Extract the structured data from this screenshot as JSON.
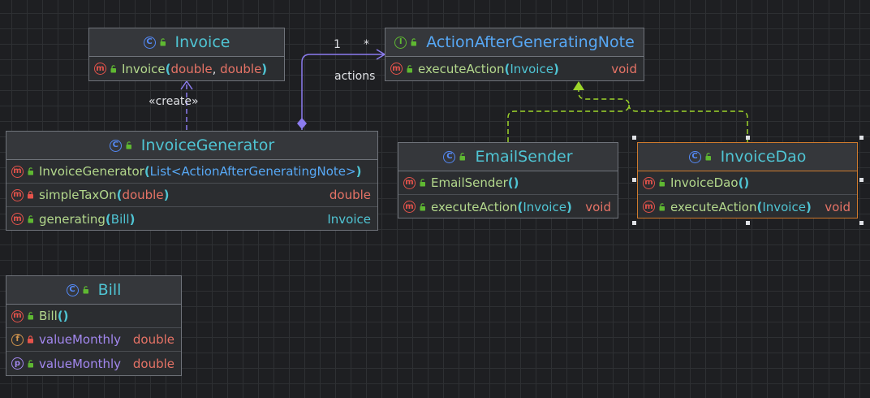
{
  "diagram": {
    "invoice": {
      "title": "Invoice",
      "ctor": {
        "name": "Invoice",
        "open": "(",
        "p1": "double",
        "sep": ", ",
        "p2": "double",
        "close": ")"
      }
    },
    "action": {
      "title": "ActionAfterGeneratingNote",
      "method": {
        "name": "executeAction",
        "open": "(",
        "param": "Invoice",
        "close": ")",
        "ret": "void"
      }
    },
    "generator": {
      "title": "InvoiceGenerator",
      "ctor": {
        "name": "InvoiceGenerator",
        "open": "(",
        "param_pre": "List<",
        "param": "ActionAfterGeneratingNote",
        "param_post": ">",
        "close": ")"
      },
      "tax": {
        "name": "simpleTaxOn",
        "open": "(",
        "param": "double",
        "close": ")",
        "ret": "double"
      },
      "gen": {
        "name": "generating",
        "open": "(",
        "param": "Bill",
        "close": ")",
        "ret": "Invoice"
      }
    },
    "email": {
      "title": "EmailSender",
      "ctor": {
        "name": "EmailSender",
        "parens": "()"
      },
      "method": {
        "name": "executeAction",
        "open": "(",
        "param": "Invoice",
        "close": ")",
        "ret": "void"
      }
    },
    "dao": {
      "title": "InvoiceDao",
      "ctor": {
        "name": "InvoiceDao",
        "parens": "()"
      },
      "method": {
        "name": "executeAction",
        "open": "(",
        "param": "Invoice",
        "close": ")",
        "ret": "void"
      }
    },
    "bill": {
      "title": "Bill",
      "ctor": {
        "name": "Bill",
        "parens": "()"
      },
      "field": {
        "name": "valueMonthly",
        "type": "double"
      },
      "prop": {
        "name": "valueMonthly",
        "type": "double"
      }
    }
  },
  "badges": {
    "class": "C",
    "interface": "I",
    "method": "m",
    "field": "f",
    "property": "p"
  },
  "labels": {
    "create": "«create»",
    "mult_one": "1",
    "mult_many": "*",
    "role": "actions"
  },
  "colors": {
    "background": "#1e1f22",
    "node": "#2b2d30",
    "border": "#6f737a",
    "selected_border": "#cf7a2d",
    "class_name": "#4fc4d3",
    "interface_name": "#57a8f5",
    "method_name": "#b3d88c",
    "type": "#e67366",
    "association": "#8c7cf0",
    "realization": "#9dd52a"
  }
}
